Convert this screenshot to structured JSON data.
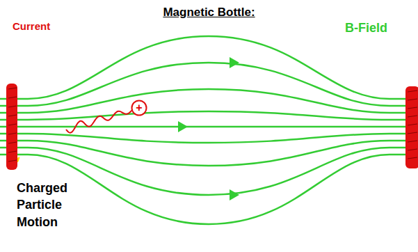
{
  "diagram": {
    "title": "Magnetic Bottle:",
    "nodes": [
      {
        "text": [
          "+"
        ]
      }
    ],
    "labels": [
      "B-Field",
      "Current",
      "Charged Particle Motion"
    ]
  }
}
